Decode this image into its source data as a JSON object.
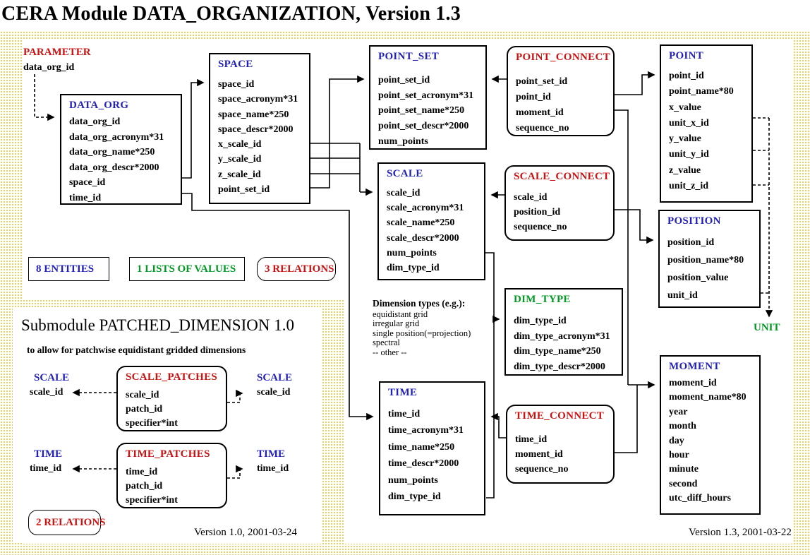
{
  "title": "CERA Module  DATA_ORGANIZATION, Version 1.3",
  "colors": {
    "entity": "#2222bb",
    "relation": "#cc1111",
    "list": "#009922"
  },
  "parameter": {
    "title": "PARAMETER",
    "field": "data_org_id"
  },
  "entities": [
    {
      "id": "data_org",
      "kind": "entity",
      "title": "DATA_ORG",
      "fields": [
        "data_org_id",
        "data_org_acronym*31",
        "data_org_name*250",
        "data_org_descr*2000",
        "space_id",
        "time_id"
      ]
    },
    {
      "id": "space",
      "kind": "entity",
      "title": "SPACE",
      "fields": [
        "space_id",
        "space_acronym*31",
        "space_name*250",
        "space_descr*2000",
        "x_scale_id",
        "y_scale_id",
        "z_scale_id",
        "point_set_id"
      ]
    },
    {
      "id": "point_set",
      "kind": "entity",
      "title": "POINT_SET",
      "fields": [
        "point_set_id",
        "point_set_acronym*31",
        "point_set_name*250",
        "point_set_descr*2000",
        "num_points"
      ]
    },
    {
      "id": "point_connect",
      "kind": "relation",
      "title": "POINT_CONNECT",
      "fields": [
        "point_set_id",
        "point_id",
        "moment_id",
        "sequence_no"
      ]
    },
    {
      "id": "point",
      "kind": "entity",
      "title": "POINT",
      "fields": [
        "point_id",
        "point_name*80",
        "x_value",
        "unit_x_id",
        "y_value",
        "unit_y_id",
        "z_value",
        "unit_z_id"
      ]
    },
    {
      "id": "scale",
      "kind": "entity",
      "title": "SCALE",
      "fields": [
        "scale_id",
        "scale_acronym*31",
        "scale_name*250",
        "scale_descr*2000",
        "num_points",
        "dim_type_id"
      ]
    },
    {
      "id": "scale_connect",
      "kind": "relation",
      "title": "SCALE_CONNECT",
      "fields": [
        "scale_id",
        "position_id",
        "sequence_no"
      ]
    },
    {
      "id": "position",
      "kind": "entity",
      "title": "POSITION",
      "fields": [
        "position_id",
        "position_name*80",
        "position_value",
        "unit_id"
      ]
    },
    {
      "id": "dim_type",
      "kind": "list",
      "title": "DIM_TYPE",
      "fields": [
        "dim_type_id",
        "dim_type_acronym*31",
        "dim_type_name*250",
        "dim_type_descr*2000"
      ]
    },
    {
      "id": "time",
      "kind": "entity",
      "title": "TIME",
      "fields": [
        "time_id",
        "time_acronym*31",
        "time_name*250",
        "time_descr*2000",
        "num_points",
        "dim_type_id"
      ]
    },
    {
      "id": "time_connect",
      "kind": "relation",
      "title": "TIME_CONNECT",
      "fields": [
        "time_id",
        "moment_id",
        "sequence_no"
      ]
    },
    {
      "id": "moment",
      "kind": "entity",
      "title": "MOMENT",
      "fields": [
        "moment_id",
        "moment_name*80",
        "year",
        "month",
        "day",
        "hour",
        "minute",
        "second",
        "utc_diff_hours"
      ]
    }
  ],
  "legend": {
    "entities_badge": "8 ENTITIES",
    "lists_badge": "1 LISTS OF VALUES",
    "relations_badge": "3 RELATIONS"
  },
  "dimension_types": {
    "heading": "Dimension types (e.g.):",
    "items": [
      "equidistant grid",
      "irregular grid",
      "single position(=projection)",
      "spectral",
      "--  other  --"
    ]
  },
  "unit_label": "UNIT",
  "version": "Version 1.3, 2001-03-22",
  "submodule": {
    "title": "Submodule PATCHED_DIMENSION  1.0",
    "subtitle": "to allow for patchwise equidistant gridded dimensions",
    "left_scale": {
      "title": "SCALE",
      "field": "scale_id"
    },
    "right_scale": {
      "title": "SCALE",
      "field": "scale_id"
    },
    "scale_patches": {
      "title": "SCALE_PATCHES",
      "fields": [
        "scale_id",
        "patch_id",
        "specifier*int"
      ]
    },
    "left_time": {
      "title": "TIME",
      "field": "time_id"
    },
    "right_time": {
      "title": "TIME",
      "field": "time_id"
    },
    "time_patches": {
      "title": "TIME_PATCHES",
      "fields": [
        "time_id",
        "patch_id",
        "specifier*int"
      ]
    },
    "relations_badge": "2 RELATIONS",
    "version": "Version 1.0, 2001-03-24"
  }
}
